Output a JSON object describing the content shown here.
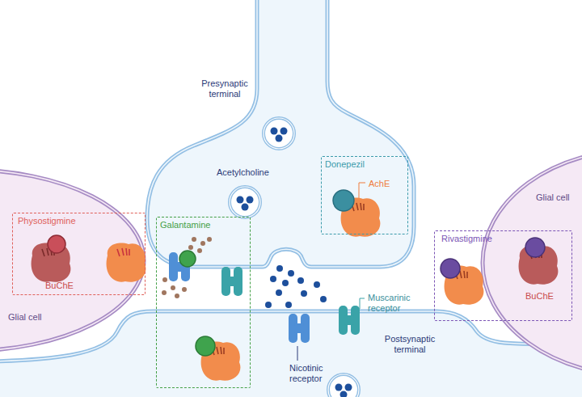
{
  "diagram": {
    "nodes": [
      {
        "text": [
          "Glial cell"
        ]
      },
      {
        "text": [
          "Physostigmine",
          "BuChE"
        ]
      },
      {
        "text": [
          "Galantamine"
        ]
      },
      {
        "text": [
          "Donepezil",
          "AchE"
        ]
      },
      {
        "text": [
          "Rivastigmine",
          "BuChE"
        ]
      },
      {
        "text": [
          "Glial cell"
        ]
      }
    ],
    "labels": [
      "Presynaptic terminal",
      "Acetylcholine",
      "Muscarinic receptor",
      "Nicotinic receptor",
      "Postsynaptic terminal"
    ]
  }
}
